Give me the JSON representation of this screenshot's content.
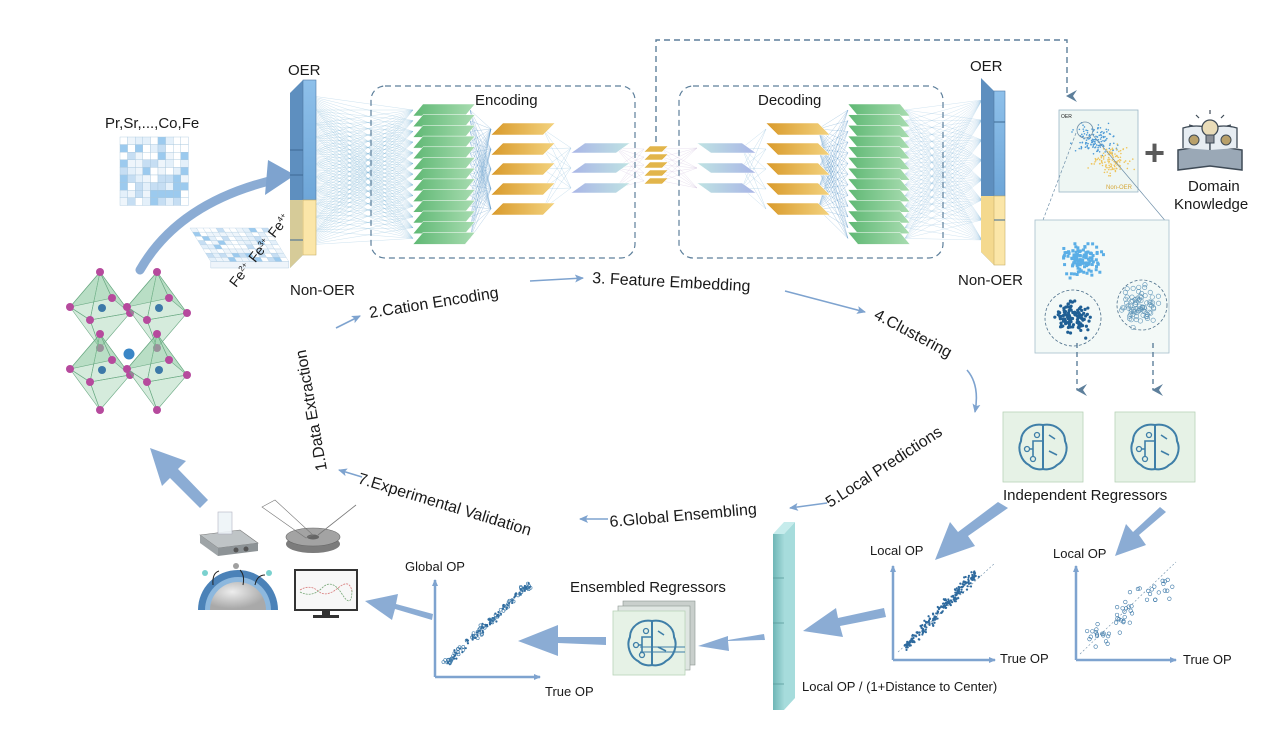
{
  "colors": {
    "arrow_blue": "#7ea3cf",
    "dash_blue": "#5d7f9b",
    "oer_blue": "#7fb3e0",
    "oer_blue_dark": "#5e8fbf",
    "non_oer_yellow": "#fbe6a8",
    "layer_green": "#7cc58d",
    "layer_orange": "#e5b44a",
    "layer_lavender": "#b7c3e6",
    "embed_teal": "#7ec4c4",
    "text": "#1a1a1a",
    "cluster_light": "#5aaee6",
    "cluster_dark": "#1f5f94",
    "cluster_open": "#5f95b8"
  },
  "input": {
    "matrix_label": "Pr,Sr,...,Co,Fe",
    "valence_label": "Fe2+ Fe3+ Fe4+...",
    "valence_items": [
      {
        "base": "Fe",
        "sup": "2+"
      },
      {
        "base": "Fe",
        "sup": "3+"
      },
      {
        "base": "Fe",
        "sup": "4+"
      }
    ],
    "valence_ellipsis": "..."
  },
  "autoencoder": {
    "left_top_label": "OER",
    "left_bottom_label": "Non-OER",
    "right_top_label": "OER",
    "right_bottom_label": "Non-OER",
    "encoding_label": "Encoding",
    "decoding_label": "Decoding"
  },
  "clustering": {
    "mini_plot_top_label": "OER",
    "mini_plot_bottom_label": "Non-OER",
    "plus_symbol": "+",
    "domain_knowledge_line1": "Domain",
    "domain_knowledge_line2": "Knowledge"
  },
  "cycle_steps": [
    {
      "id": 1,
      "label": "1.Data Extraction"
    },
    {
      "id": 2,
      "label": "2.Cation Encoding"
    },
    {
      "id": 3,
      "label": "3. Feature Embedding"
    },
    {
      "id": 4,
      "label": "4.Clustering"
    },
    {
      "id": 5,
      "label": "5.Local Predictions"
    },
    {
      "id": 6,
      "label": "6.Global Ensembling"
    },
    {
      "id": 7,
      "label": "7.Experimental Validation"
    }
  ],
  "regressors": {
    "independent_label": "Independent Regressors",
    "ensembled_label": "Ensembled Regressors",
    "weighted_label": "Local OP / (1+Distance to Center)"
  },
  "plots": {
    "local1": {
      "ylabel": "Local OP",
      "xlabel": "True OP"
    },
    "local2": {
      "ylabel": "Local OP",
      "xlabel": "True OP"
    },
    "global": {
      "ylabel": "Global OP",
      "xlabel": "True OP"
    }
  }
}
